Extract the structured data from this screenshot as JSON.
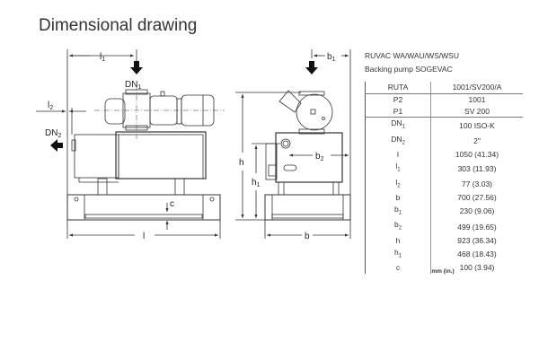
{
  "title": "Dimensional drawing",
  "labels": {
    "l1": "l",
    "l1_sub": "1",
    "l2": "l",
    "l2_sub": "2",
    "l": "l",
    "dn1": "DN",
    "dn1_sub": "1",
    "dn2": "DN",
    "dn2_sub": "2",
    "c": "c",
    "b1": "b",
    "b1_sub": "1",
    "b2": "b",
    "b2_sub": "2",
    "h": "h",
    "h1": "h",
    "h1_sub": "1",
    "b": "b"
  },
  "spec": {
    "line1": "RUVAC WA/WAU/WS/WSU",
    "line2": "Backing pump SOGEVAC",
    "rows": [
      {
        "k": "RUTA",
        "v": "1001/SV200/A"
      },
      {
        "k": "P2",
        "v": "1001"
      },
      {
        "k": "P1",
        "v": "SV 200"
      },
      {
        "k": "DN",
        "sub": "1",
        "v": "100 ISO-K"
      },
      {
        "k": "DN",
        "sub": "2",
        "v": "2\""
      },
      {
        "k": "l",
        "v": "1050 (41.34)"
      },
      {
        "k": "l",
        "sub": "1",
        "v": "303 (11.93)"
      },
      {
        "k": "l",
        "sub": "2",
        "v": "77 (3.03)"
      },
      {
        "k": "b",
        "v": "700 (27.56)"
      },
      {
        "k": "b",
        "sub": "1",
        "v": "230 (9.06)"
      },
      {
        "k": "b",
        "sub": "2",
        "v": "499 (19.65)"
      },
      {
        "k": "h",
        "v": "923 (36.34)"
      },
      {
        "k": "h",
        "sub": "1",
        "v": "468 (18.43)"
      },
      {
        "k": "c",
        "v": "100 (3.94)"
      }
    ],
    "unit": "mm (in.)"
  }
}
